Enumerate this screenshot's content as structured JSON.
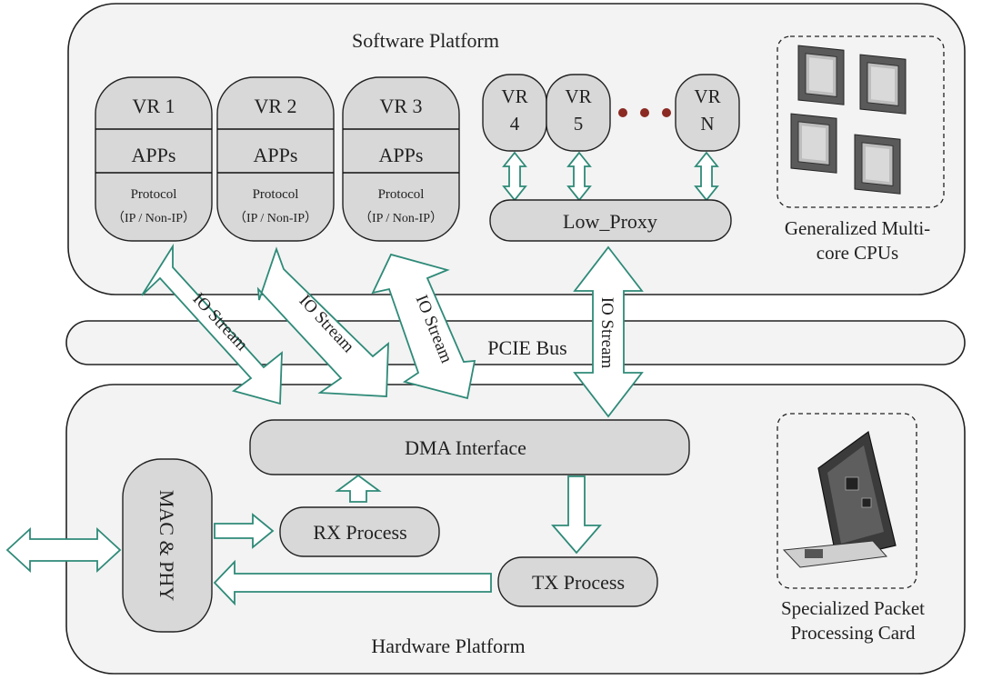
{
  "software_platform": {
    "title": "Software Platform",
    "vrs": [
      {
        "name": "VR 1",
        "apps": "APPs",
        "protocol": "Protocol",
        "protocol_type": "（IP / Non-IP）"
      },
      {
        "name": "VR 2",
        "apps": "APPs",
        "protocol": "Protocol",
        "protocol_type": "（IP / Non-IP）"
      },
      {
        "name": "VR 3",
        "apps": "APPs",
        "protocol": "Protocol",
        "protocol_type": "（IP / Non-IP）"
      }
    ],
    "small_vrs": [
      {
        "line1": "VR",
        "line2": "4"
      },
      {
        "line1": "VR",
        "line2": "5"
      },
      {
        "line1": "VR",
        "line2": "N"
      }
    ],
    "low_proxy": "Low_Proxy",
    "cpus_label_line1": "Generalized Multi-",
    "cpus_label_line2": "core CPUs"
  },
  "pcie_bus": "PCIE Bus",
  "io_stream_label": "IO Stream",
  "hardware_platform": {
    "title": "Hardware Platform",
    "dma": "DMA Interface",
    "mac_phy": "MAC & PHY",
    "rx": "RX Process",
    "tx": "TX Process",
    "card_label_line1": "Specialized Packet",
    "card_label_line2": "Processing Card"
  },
  "colors": {
    "arrow": "#2e8a78",
    "dots": "#8b2a22",
    "box_fill": "#d8d8d8",
    "platform_fill": "#f3f3f3"
  }
}
